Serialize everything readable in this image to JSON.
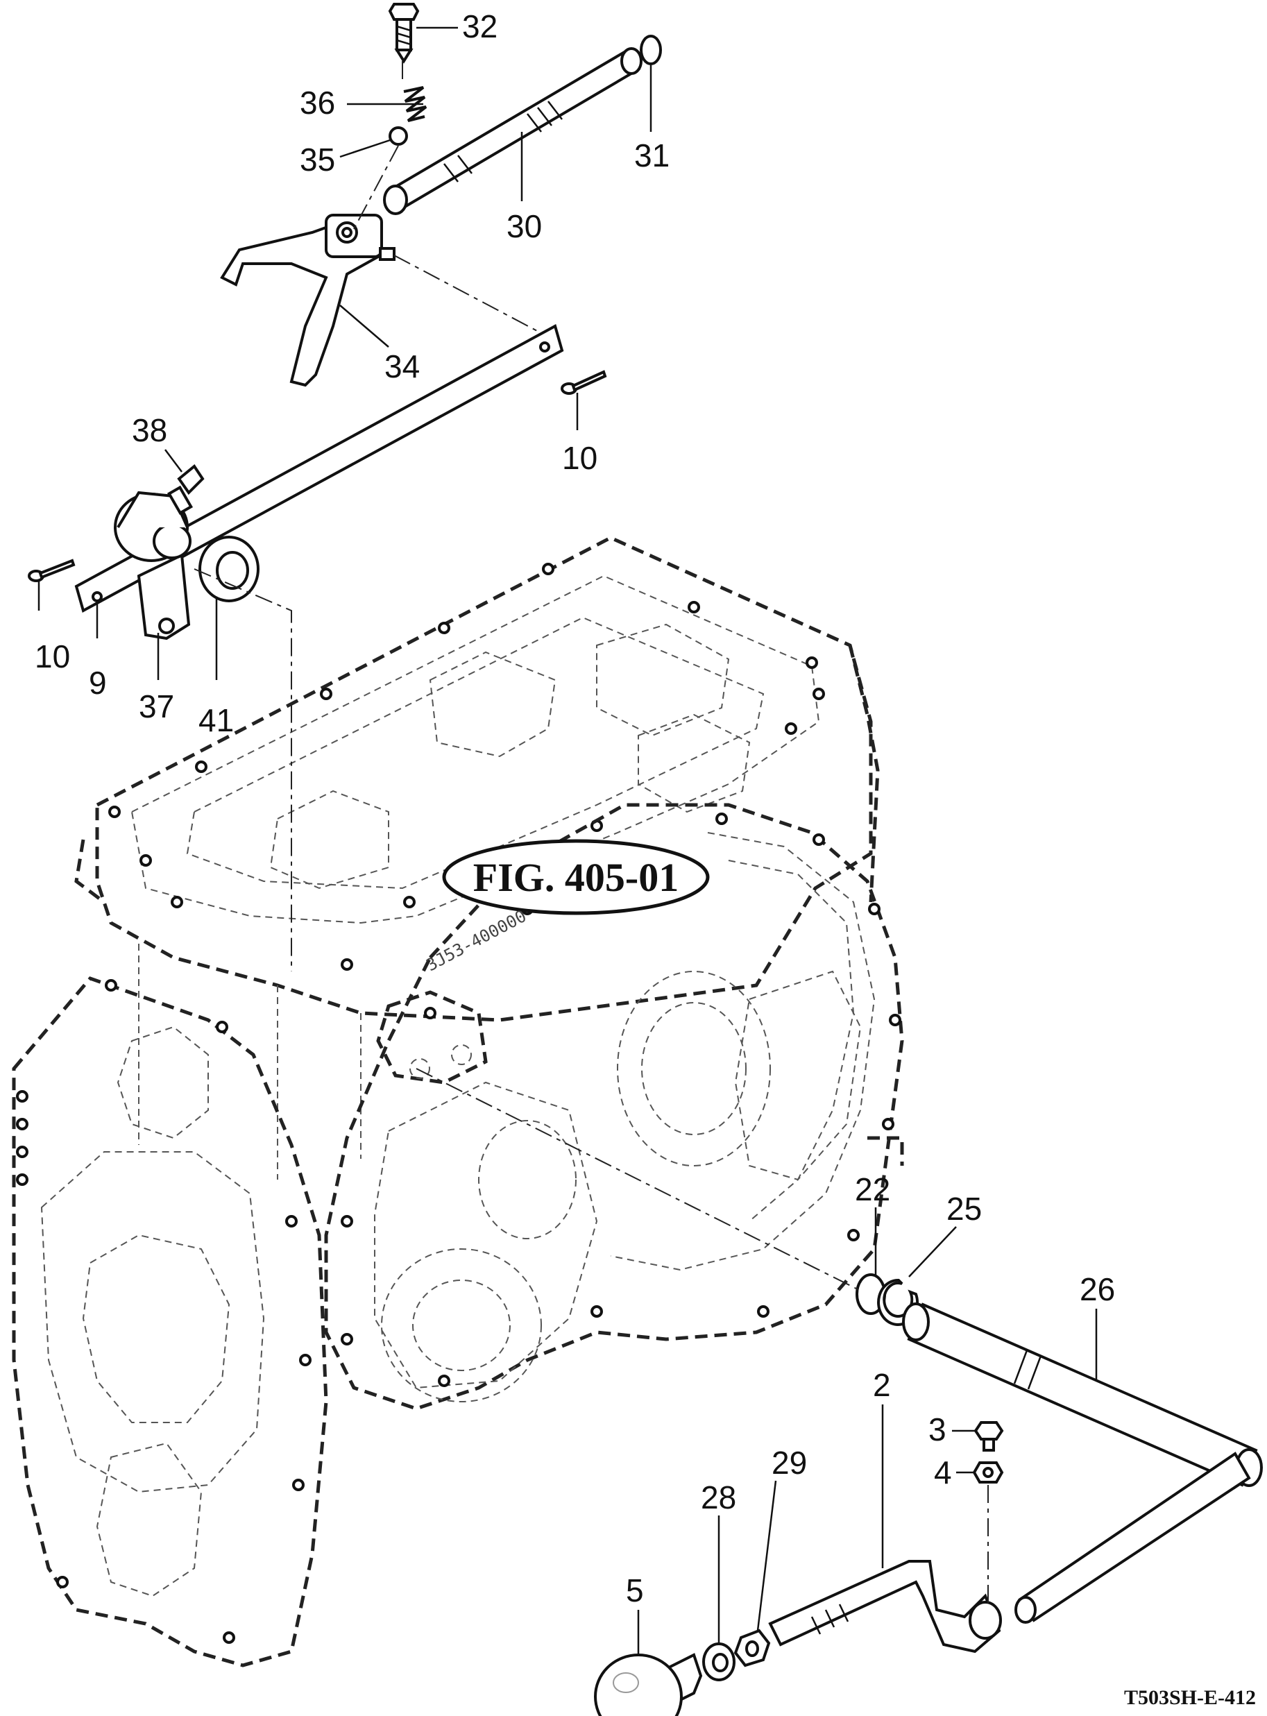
{
  "figure": {
    "reference_label": "FIG. 405-01",
    "drawing_code": "T503SH-E-412",
    "stamp_text": "3J53-400000"
  },
  "callouts": [
    {
      "id": "c32",
      "text": "32"
    },
    {
      "id": "c36",
      "text": "36"
    },
    {
      "id": "c35",
      "text": "35"
    },
    {
      "id": "c31",
      "text": "31"
    },
    {
      "id": "c30",
      "text": "30"
    },
    {
      "id": "c34",
      "text": "34"
    },
    {
      "id": "c38",
      "text": "38"
    },
    {
      "id": "c10a",
      "text": "10"
    },
    {
      "id": "c10b",
      "text": "10"
    },
    {
      "id": "c9",
      "text": "9"
    },
    {
      "id": "c37",
      "text": "37"
    },
    {
      "id": "c41",
      "text": "41"
    },
    {
      "id": "c22",
      "text": "22"
    },
    {
      "id": "c25",
      "text": "25"
    },
    {
      "id": "c26",
      "text": "26"
    },
    {
      "id": "c3",
      "text": "3"
    },
    {
      "id": "c4",
      "text": "4"
    },
    {
      "id": "c2",
      "text": "2"
    },
    {
      "id": "c29",
      "text": "29"
    },
    {
      "id": "c28",
      "text": "28"
    },
    {
      "id": "c5",
      "text": "5"
    }
  ]
}
